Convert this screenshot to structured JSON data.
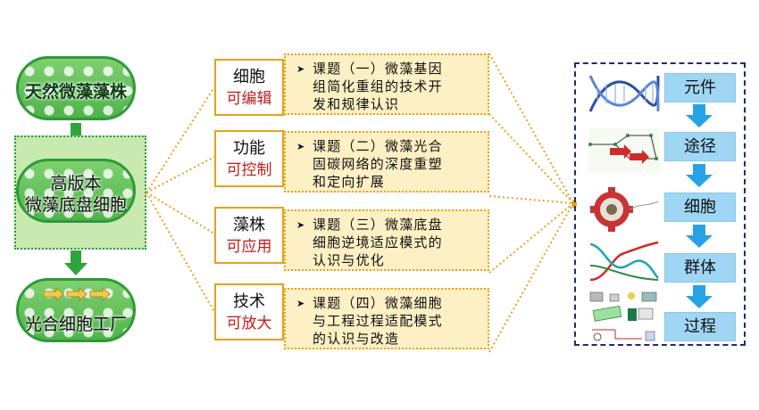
{
  "left_flow": {
    "top": "天然微藻藻株",
    "middle_line1": "高版本",
    "middle_line2": "微藻底盘细胞",
    "bottom": "光合细胞工厂"
  },
  "categories": [
    {
      "top": "细胞",
      "bottom": "可编辑"
    },
    {
      "top": "功能",
      "bottom": "可控制"
    },
    {
      "top": "藻株",
      "bottom": "可应用"
    },
    {
      "top": "技术",
      "bottom": "可放大"
    }
  ],
  "projects": [
    {
      "bullet": "➤",
      "l1": "课题（一）微藻基因",
      "l2": "组简化重组的技术开",
      "l3": "发和规律认识"
    },
    {
      "bullet": "➤",
      "l1": "课题（二）微藻光合",
      "l2": "固碳网络的深度重塑",
      "l3": "和定向扩展"
    },
    {
      "bullet": "➤",
      "l1": "课题（三）微藻底盘",
      "l2": "细胞逆境适应模式的",
      "l3": "认识与优化"
    },
    {
      "bullet": "➤",
      "l1": "课题（四）微藻细胞",
      "l2": "与工程过程适配模式",
      "l3": "的认识与改造"
    }
  ],
  "hierarchy": [
    "元件",
    "途径",
    "细胞",
    "群体",
    "过程"
  ],
  "thumbnails": [
    "dna-helix-icon",
    "pathway-network-icon",
    "gear-cell-icon",
    "growth-curve-icon",
    "process-equipment-icon"
  ],
  "colors": {
    "green": "#2e9a3a",
    "orange": "#e7a21a",
    "red_text": "#c21b1b",
    "box_fill": "#fdf0c4",
    "blue_box": "#9fd6f4",
    "panel_border": "#1f2f66"
  }
}
